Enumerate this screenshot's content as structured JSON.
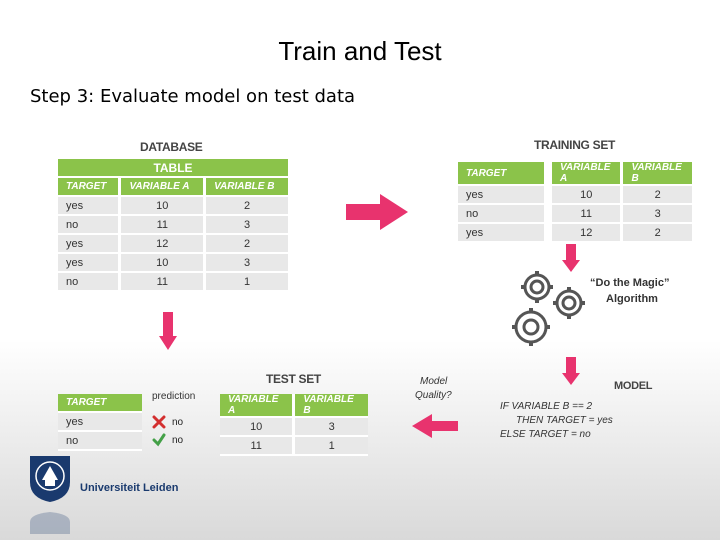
{
  "slide": {
    "title": "Train and Test",
    "subtitle": "Step 3: Evaluate model on test data"
  },
  "database": {
    "label": "DATABASE",
    "table_label": "TABLE",
    "headers": [
      "TARGET",
      "VARIABLE A",
      "VARIABLE B"
    ],
    "rows": [
      [
        "yes",
        "10",
        "2"
      ],
      [
        "no",
        "11",
        "3"
      ],
      [
        "yes",
        "12",
        "2"
      ],
      [
        "yes",
        "10",
        "3"
      ],
      [
        "no",
        "11",
        "1"
      ]
    ]
  },
  "training_set": {
    "label": "TRAINING SET",
    "headers": [
      "TARGET",
      "VARIABLE A",
      "VARIABLE B"
    ],
    "rows": [
      [
        "yes",
        "10",
        "2"
      ],
      [
        "no",
        "11",
        "3"
      ],
      [
        "yes",
        "12",
        "2"
      ]
    ]
  },
  "algorithm": {
    "line1": "“Do the Magic”",
    "line2": "Algorithm"
  },
  "model": {
    "label": "MODEL",
    "line1": "IF VARIABLE B == 2",
    "line2": "THEN TARGET = yes",
    "line3": "ELSE TARGET = no"
  },
  "test_set": {
    "label": "TEST SET",
    "target_header": "TARGET",
    "prediction_header": "prediction",
    "var_headers": [
      "VARIABLE A",
      "VARIABLE B"
    ],
    "rows": [
      {
        "target": "yes",
        "prediction": "no",
        "a": "10",
        "b": "3",
        "correct": false
      },
      {
        "target": "no",
        "prediction": "no",
        "a": "11",
        "b": "1",
        "correct": true
      }
    ]
  },
  "quality": {
    "line1": "Model",
    "line2": "Quality?"
  },
  "logo": {
    "text": "Universiteit Leiden"
  },
  "colors": {
    "table_green": "#8bc34a",
    "arrow_pink": "#e8336e",
    "cross_red": "#d32f2f",
    "check_green": "#43a047"
  }
}
